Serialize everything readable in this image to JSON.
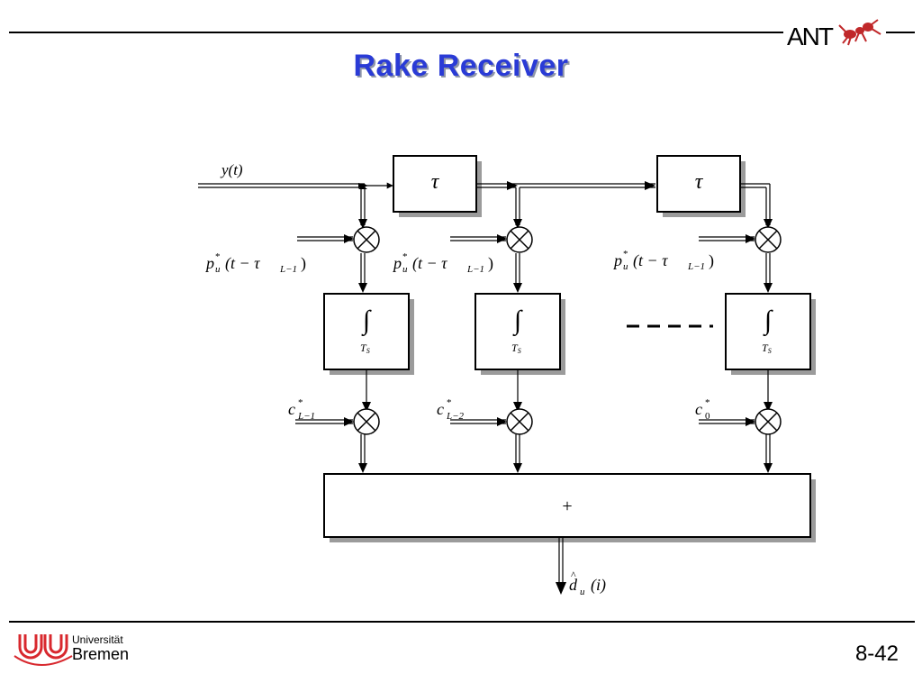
{
  "slide": {
    "title": "Rake Receiver",
    "page_number": "8-42",
    "university_line1": "Universität",
    "university_line2": "Bremen",
    "logo_text": "ANT"
  },
  "diagram": {
    "input_label": "y(t)",
    "delay_symbol": "τ",
    "integrator_symbol": "∫",
    "integrator_sub": "T",
    "integrator_sub_index": "S",
    "sum_symbol": "+",
    "code_label_p": "p",
    "code_label_star": "*",
    "code_label_u": "u",
    "code_label_args": "(t − τ",
    "code_label_sub": "L−1",
    "code_label_close": ")",
    "weights": [
      {
        "base": "c",
        "sub": "L−1"
      },
      {
        "base": "c",
        "sub": "L−2"
      },
      {
        "base": "c",
        "sub": "0"
      }
    ],
    "output_base": "d",
    "output_sub": "u",
    "output_arg": "(i)"
  }
}
